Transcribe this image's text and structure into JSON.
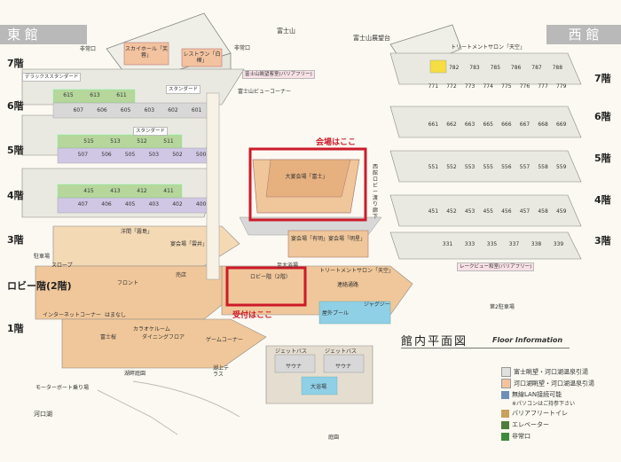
{
  "wings": {
    "east": "東 館",
    "west": "西 館"
  },
  "floors_east": {
    "f7": "7階",
    "f6": "6階",
    "f5": "5階",
    "f4": "4階",
    "f3": "3階",
    "lobby": "ロビー階(2階)",
    "f1": "1階"
  },
  "floors_west": {
    "f7": "7階",
    "f6": "6階",
    "f5": "5階",
    "f4": "4階",
    "f3": "3階"
  },
  "places": {
    "fujisan": "富士山",
    "fujisan_deck": "富士山展望台",
    "sky_hall": "スカイホール「芙蓉」",
    "restaurant": "レストラン「白樺」",
    "fujisan_view_corner": "富士山ビューコーナー",
    "treatment_salon": "トリートメントサロン「天空」",
    "grand_hall": "大宴会場「富士」",
    "western_room": "洋間「霧島」",
    "banquet_hiiragi": "宴会場「雲井」",
    "banquet_ariake": "宴会場「有明」",
    "banquet_meisei": "宴会場「明星」",
    "west_corridor": "西館ロビー渡り廊下",
    "parking": "駐車場",
    "slope": "スロープ",
    "lobby_2f": "ロビー階（2階）",
    "front": "フロント",
    "shop": "売店",
    "to_main_bath": "至大浴場",
    "connecting_corridor": "連絡通路",
    "treatment_salon2": "トリートメントサロン「天空」",
    "outdoor_pool": "屋外プール",
    "jacuzzi": "ジャグジー",
    "internet_corner": "インターネットコーナー",
    "hamanashi": "はまなし",
    "fuji": "富士桜",
    "karaoke": "カラオケルーム",
    "dining": "ダイニングフロア",
    "game_corner": "ゲームコーナー",
    "jet_bath1": "ジェットバス",
    "jet_bath2": "ジェットバス",
    "sauna1": "サウナ",
    "sauna2": "サウナ",
    "big_bath": "大浴場",
    "lake_terrace": "湖上テラス",
    "lakeside_garden": "湖畔庭園",
    "motorboat": "モーターボート乗り場",
    "kawaguchi_lake": "河口湖",
    "garden": "庭園",
    "emergency_exit": "非常口",
    "lake_view_room": "レークビュー和室(バリアフリー)",
    "second_parking": "第2駐車場",
    "fuji_view_room": "富士山眺望客室(バリアフリー)",
    "standard": "スタンダード",
    "deluxe": "デラックススタンダード"
  },
  "rooms": {
    "e6": [
      "615",
      "613",
      "611"
    ],
    "e6b": [
      "607",
      "606",
      "605",
      "603",
      "602",
      "601"
    ],
    "e5": [
      "515",
      "513",
      "512",
      "511"
    ],
    "e5b": [
      "507",
      "506",
      "505",
      "503",
      "502",
      "500"
    ],
    "e4": [
      "415",
      "413",
      "412",
      "411"
    ],
    "e4b": [
      "407",
      "406",
      "405",
      "403",
      "402",
      "400"
    ],
    "w7": [
      "782",
      "783",
      "785",
      "786",
      "787",
      "788"
    ],
    "w7b": [
      "771",
      "772",
      "773",
      "774",
      "775",
      "776",
      "777",
      "779"
    ],
    "w6": [
      "661",
      "662",
      "663",
      "665",
      "666",
      "667",
      "668",
      "669"
    ],
    "w5": [
      "551",
      "552",
      "553",
      "555",
      "556",
      "557",
      "558",
      "559"
    ],
    "w4": [
      "451",
      "452",
      "453",
      "455",
      "456",
      "457",
      "458",
      "459"
    ],
    "w3": [
      "331",
      "333",
      "335",
      "337",
      "338",
      "339"
    ]
  },
  "callouts": {
    "venue": "会場はここ",
    "reception": "受付はここ"
  },
  "plan": {
    "title": "館内平面図",
    "subtitle": "Floor Information"
  },
  "legend": [
    {
      "label": "富士眺望・河口湖温泉引湯",
      "color": "#e0e0e0"
    },
    {
      "label": "河口湖眺望・河口湖温泉引湯",
      "color": "#f3c3a0"
    },
    {
      "label": "無線LAN接続可能",
      "color": "#6f8fb7"
    },
    {
      "label": "※パソコンはご持参下さい",
      "color": ""
    },
    {
      "label": "バリアフリートイレ",
      "color": "#c9a15a"
    },
    {
      "label": "エレベーター",
      "color": "#4f7d3b"
    },
    {
      "label": "非常口",
      "color": "#3f8a3b"
    }
  ],
  "colors": {
    "accent_red": "#cc1a2a",
    "room_green": "#b6d69c",
    "room_orange": "#f3c3a0",
    "room_purple": "#cfc7e3",
    "floor_gray": "#d8d8d8",
    "wall_tan": "#f0c79a"
  }
}
